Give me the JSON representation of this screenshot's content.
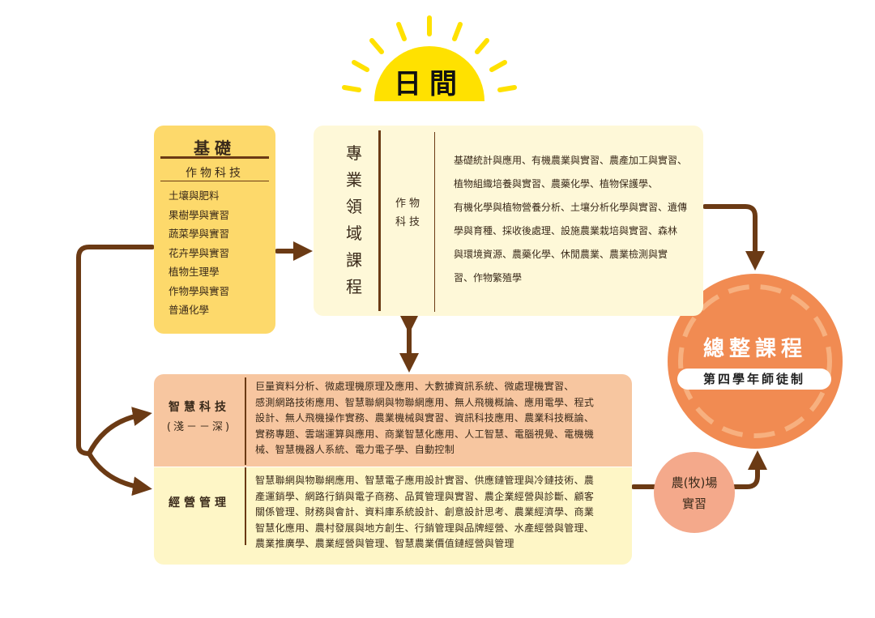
{
  "sun": {
    "title": "日間"
  },
  "basics": {
    "title": "基礎",
    "subtitle": "作物科技",
    "items": [
      "土壤與肥料",
      "果樹學與實習",
      "蔬菜學與實習",
      "花卉學與實習",
      "植物生理學",
      "作物學與實習",
      "普通化學"
    ]
  },
  "professional": {
    "title": "專業領域課程",
    "track": [
      "作物",
      "科技"
    ],
    "lines": [
      "基礎統計與應用、有機農業與實習、農產加工與實習、",
      "植物組織培養與實習、農藥化學、植物保護學、",
      "有機化學與植物營養分析、土壤分析化學與實習、遺傳",
      "學與育種、採收後處理、設施農業栽培與實習、森林",
      "與環境資源、農藥化學、休閒農業、農業檢測與實",
      "習、作物繁殖學"
    ]
  },
  "smart_tech": {
    "title": "智慧科技",
    "subtitle": "(淺－－深)",
    "lines": [
      "巨量資料分析、微處理機原理及應用、大數據資訊系統、微處理機實習、",
      "感測網路技術應用、智慧聯網與物聯網應用、無人飛機概論、應用電學、程式",
      "設計、無人飛機操作實務、農業機械與實習、資訊科技應用、農業科技概論、",
      "實務專題、雲端運算與應用、商業智慧化應用、人工智慧、電腦視覺、電機機",
      "械、智慧機器人系統、電力電子學、自動控制"
    ]
  },
  "management": {
    "title": "經營管理",
    "lines": [
      "智慧聯網與物聯網應用、智慧電子應用設計實習、供應鏈管理與冷鏈技術、農",
      "產運銷學、網路行銷與電子商務、品質管理與實習、農企業經營與診斷、顧客",
      "關係管理、財務與會計、資料庫系統設計、創意設計思考、農業經濟學、商業",
      "智慧化應用、農村發展與地方創生、行銷管理與品牌經營、水產經營與管理、",
      "農業推廣學、農業經營與管理、智慧農業價值鏈經營與管理"
    ]
  },
  "capstone": {
    "title": "總整課程",
    "subtitle": "第四學年師徒制"
  },
  "farm": {
    "line1": "農(牧)場",
    "line2": "實習"
  },
  "colors": {
    "brown": "#6b3a14",
    "sun": "#ffe100",
    "orange": "#f18b52",
    "farm": "#f4a98b"
  }
}
